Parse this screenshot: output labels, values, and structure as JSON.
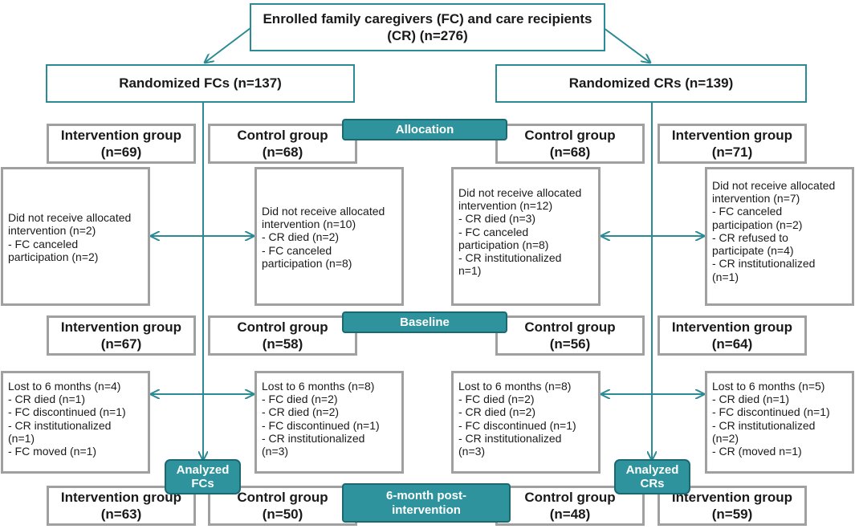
{
  "enrolled": {
    "line1": "Enrolled family caregivers (FC) and care recipients",
    "line2": "(CR) (n=276)"
  },
  "randomized": {
    "fc": "Randomized FCs (n=137)",
    "cr": "Randomized CRs (n=139)"
  },
  "stages": {
    "allocation": "Allocation",
    "baseline": "Baseline",
    "post_line1": "6-month post-",
    "post_line2": "intervention"
  },
  "analyzed": {
    "fc_line1": "Analyzed",
    "fc_line2": "FCs",
    "cr_line1": "Analyzed",
    "cr_line2": "CRs"
  },
  "allocation": {
    "fc_intervention": {
      "label": "Intervention group",
      "n": "(n=69)"
    },
    "fc_control": {
      "label": "Control group",
      "n": "(n=68)"
    },
    "cr_control": {
      "label": "Control group",
      "n": "(n=68)"
    },
    "cr_intervention": {
      "label": "Intervention group",
      "n": "(n=71)"
    }
  },
  "not_received": {
    "fc_intervention": [
      "Did not receive allocated",
      "intervention (n=2)",
      "- FC canceled",
      "participation (n=2)"
    ],
    "fc_control": [
      "Did not receive allocated",
      "intervention (n=10)",
      "- CR died (n=2)",
      "- FC canceled",
      "participation  (n=8)"
    ],
    "cr_control": [
      "Did not receive allocated",
      "intervention (n=12)",
      "- CR died (n=3)",
      "- FC canceled",
      "participation (n=8)",
      "- CR institutionalized",
      "n=1)"
    ],
    "cr_intervention": [
      "Did not receive allocated",
      "intervention (n=7)",
      "- FC canceled",
      "participation (n=2)",
      "- CR refused to",
      "participate (n=4)",
      "- CR institutionalized",
      "(n=1)"
    ]
  },
  "baseline": {
    "fc_intervention": {
      "label": "Intervention group",
      "n": "(n=67)"
    },
    "fc_control": {
      "label": "Control group",
      "n": "(n=58)"
    },
    "cr_control": {
      "label": "Control group",
      "n": "(n=56)"
    },
    "cr_intervention": {
      "label": "Intervention group",
      "n": "(n=64)"
    }
  },
  "lost": {
    "fc_intervention": [
      "Lost to 6 months (n=4)",
      "- CR died (n=1)",
      "- FC discontinued (n=1)",
      "- CR institutionalized",
      "(n=1)",
      "- FC moved (n=1)"
    ],
    "fc_control": [
      "Lost to 6 months (n=8)",
      "- FC died (n=2)",
      "- CR died (n=2)",
      "- FC discontinued (n=1)",
      "- CR institutionalized",
      "(n=3)"
    ],
    "cr_control": [
      "Lost to 6 months (n=8)",
      "- FC died (n=2)",
      "- CR died (n=2)",
      "- FC discontinued (n=1)",
      "- CR institutionalized",
      "(n=3)"
    ],
    "cr_intervention": [
      "Lost to 6 months (n=5)",
      "- CR died (n=1)",
      "- FC discontinued (n=1)",
      "- CR institutionalized",
      "(n=2)",
      "- CR (moved n=1)"
    ]
  },
  "post": {
    "fc_intervention": {
      "label": "Intervention group",
      "n": "(n=63)"
    },
    "fc_control": {
      "label": "Control group",
      "n": "(n=50)"
    },
    "cr_control": {
      "label": "Control group",
      "n": "(n=48)"
    },
    "cr_intervention": {
      "label": "Intervention group",
      "n": "(n=59)"
    }
  },
  "colors": {
    "teal": "#2e939c",
    "teal_dark": "#1c6870",
    "arrow": "#2b8a93",
    "box_border_gray": "#a0a0a0"
  }
}
